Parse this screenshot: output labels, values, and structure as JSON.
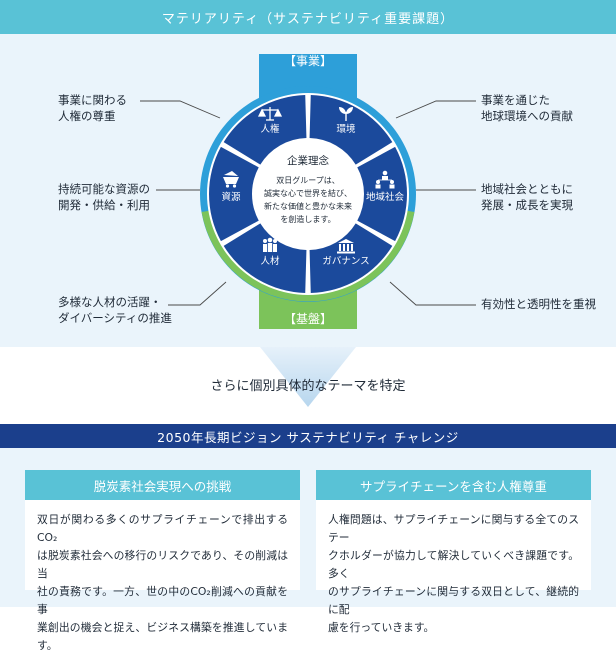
{
  "header": {
    "title": "マテリアリティ（サステナビリティ重要課題）"
  },
  "wheel": {
    "top_tag": "【事業】",
    "bottom_tag": "【基盤】",
    "segments": [
      {
        "label": "人権",
        "icon": "scale-icon"
      },
      {
        "label": "環境",
        "icon": "sprout-icon"
      },
      {
        "label": "地域社会",
        "icon": "community-icon"
      },
      {
        "label": "ガバナンス",
        "icon": "pillar-building-icon"
      },
      {
        "label": "人材",
        "icon": "people-icon"
      },
      {
        "label": "資源",
        "icon": "mine-cart-icon"
      }
    ],
    "center": {
      "title": "企業理念",
      "text": [
        "双日グループは、",
        "誠実な心で世界を結び、",
        "新たな価値と豊かな未来",
        "を創造します。"
      ]
    },
    "colors": {
      "segment": "#1b4a9c",
      "business_ring": "#2d9fd9",
      "foundation_ring": "#7cc35a",
      "tag_business": "#2d9fd9",
      "tag_foundation": "#7cc35a"
    }
  },
  "materialities": {
    "left": [
      [
        "事業に関わる",
        "人権の尊重"
      ],
      [
        "持続可能な資源の",
        "開発・供給・利用"
      ],
      [
        "多様な人材の活躍・",
        "ダイバーシティの推進"
      ]
    ],
    "right": [
      [
        "事業を通じた",
        "地球環境への貢献"
      ],
      [
        "地域社会とともに",
        "発展・成長を実現"
      ],
      [
        "有効性と透明性を重視"
      ]
    ]
  },
  "transition": {
    "text": "さらに個別具体的なテーマを特定"
  },
  "vision": {
    "title": "2050年長期ビジョン サステナビリティ チャレンジ",
    "cards": [
      {
        "title": "脱炭素社会実現への挑戦",
        "lines": [
          "双日が関わる多くのサプライチェーンで排出するCO₂",
          "は脱炭素社会への移行のリスクであり、その削減は当",
          "社の責務です。一方、世の中のCO₂削減への貢献を事",
          "業創出の機会と捉え、ビジネス構築を推進しています。"
        ]
      },
      {
        "title": "サプライチェーンを含む人権尊重",
        "lines": [
          "人権問題は、サプライチェーンに関与する全てのステー",
          "クホルダーが協力して解決していくべき課題です。多く",
          "のサプライチェーンに関与する双日として、継続的に配",
          "慮を行っていきます。"
        ]
      }
    ]
  }
}
